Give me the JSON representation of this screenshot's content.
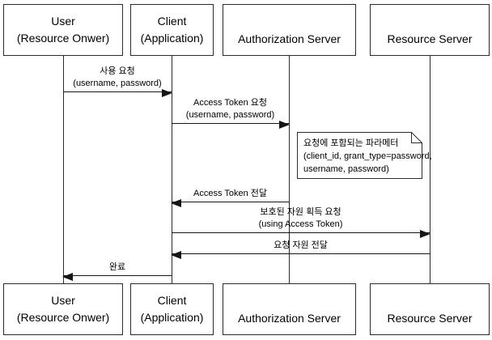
{
  "diagram": {
    "type": "sequence-diagram",
    "topic": "OAuth Resource Owner Password Credentials Grant flow",
    "colors": {
      "background": "#ffffff",
      "line": "#161616",
      "box_border": "#2b2b2b",
      "box_fill": "#ffffff",
      "text": "#000000"
    },
    "participants": [
      {
        "id": "user",
        "line1": "User",
        "line2": "(Resource Onwer)"
      },
      {
        "id": "client",
        "line1": "Client",
        "line2": "(Application)"
      },
      {
        "id": "auth",
        "line1": "Authorization Server",
        "line2": ""
      },
      {
        "id": "resource",
        "line1": "Resource Server",
        "line2": ""
      }
    ],
    "messages": [
      {
        "label": "사용 요청",
        "sublabel": "(username, password)",
        "from": "user",
        "to": "client",
        "direction": "right"
      },
      {
        "label": "Access Token 요청",
        "sublabel": "(username, password)",
        "from": "client",
        "to": "auth",
        "direction": "right"
      },
      {
        "label": "Access Token 전달",
        "sublabel": "",
        "from": "auth",
        "to": "client",
        "direction": "left"
      },
      {
        "label": "보호된 자원 획득 요청",
        "sublabel": "(using Access Token)",
        "from": "client",
        "to": "resource",
        "direction": "right"
      },
      {
        "label": "요청 자원 전달",
        "sublabel": "",
        "from": "resource",
        "to": "client",
        "direction": "left"
      },
      {
        "label": "완료",
        "sublabel": "",
        "from": "client",
        "to": "user",
        "direction": "left"
      }
    ],
    "note": {
      "line1": "요청에 포함되는 파라메터",
      "line2": "(client_id, grant_type=password,",
      "line3": "username, password)"
    }
  }
}
